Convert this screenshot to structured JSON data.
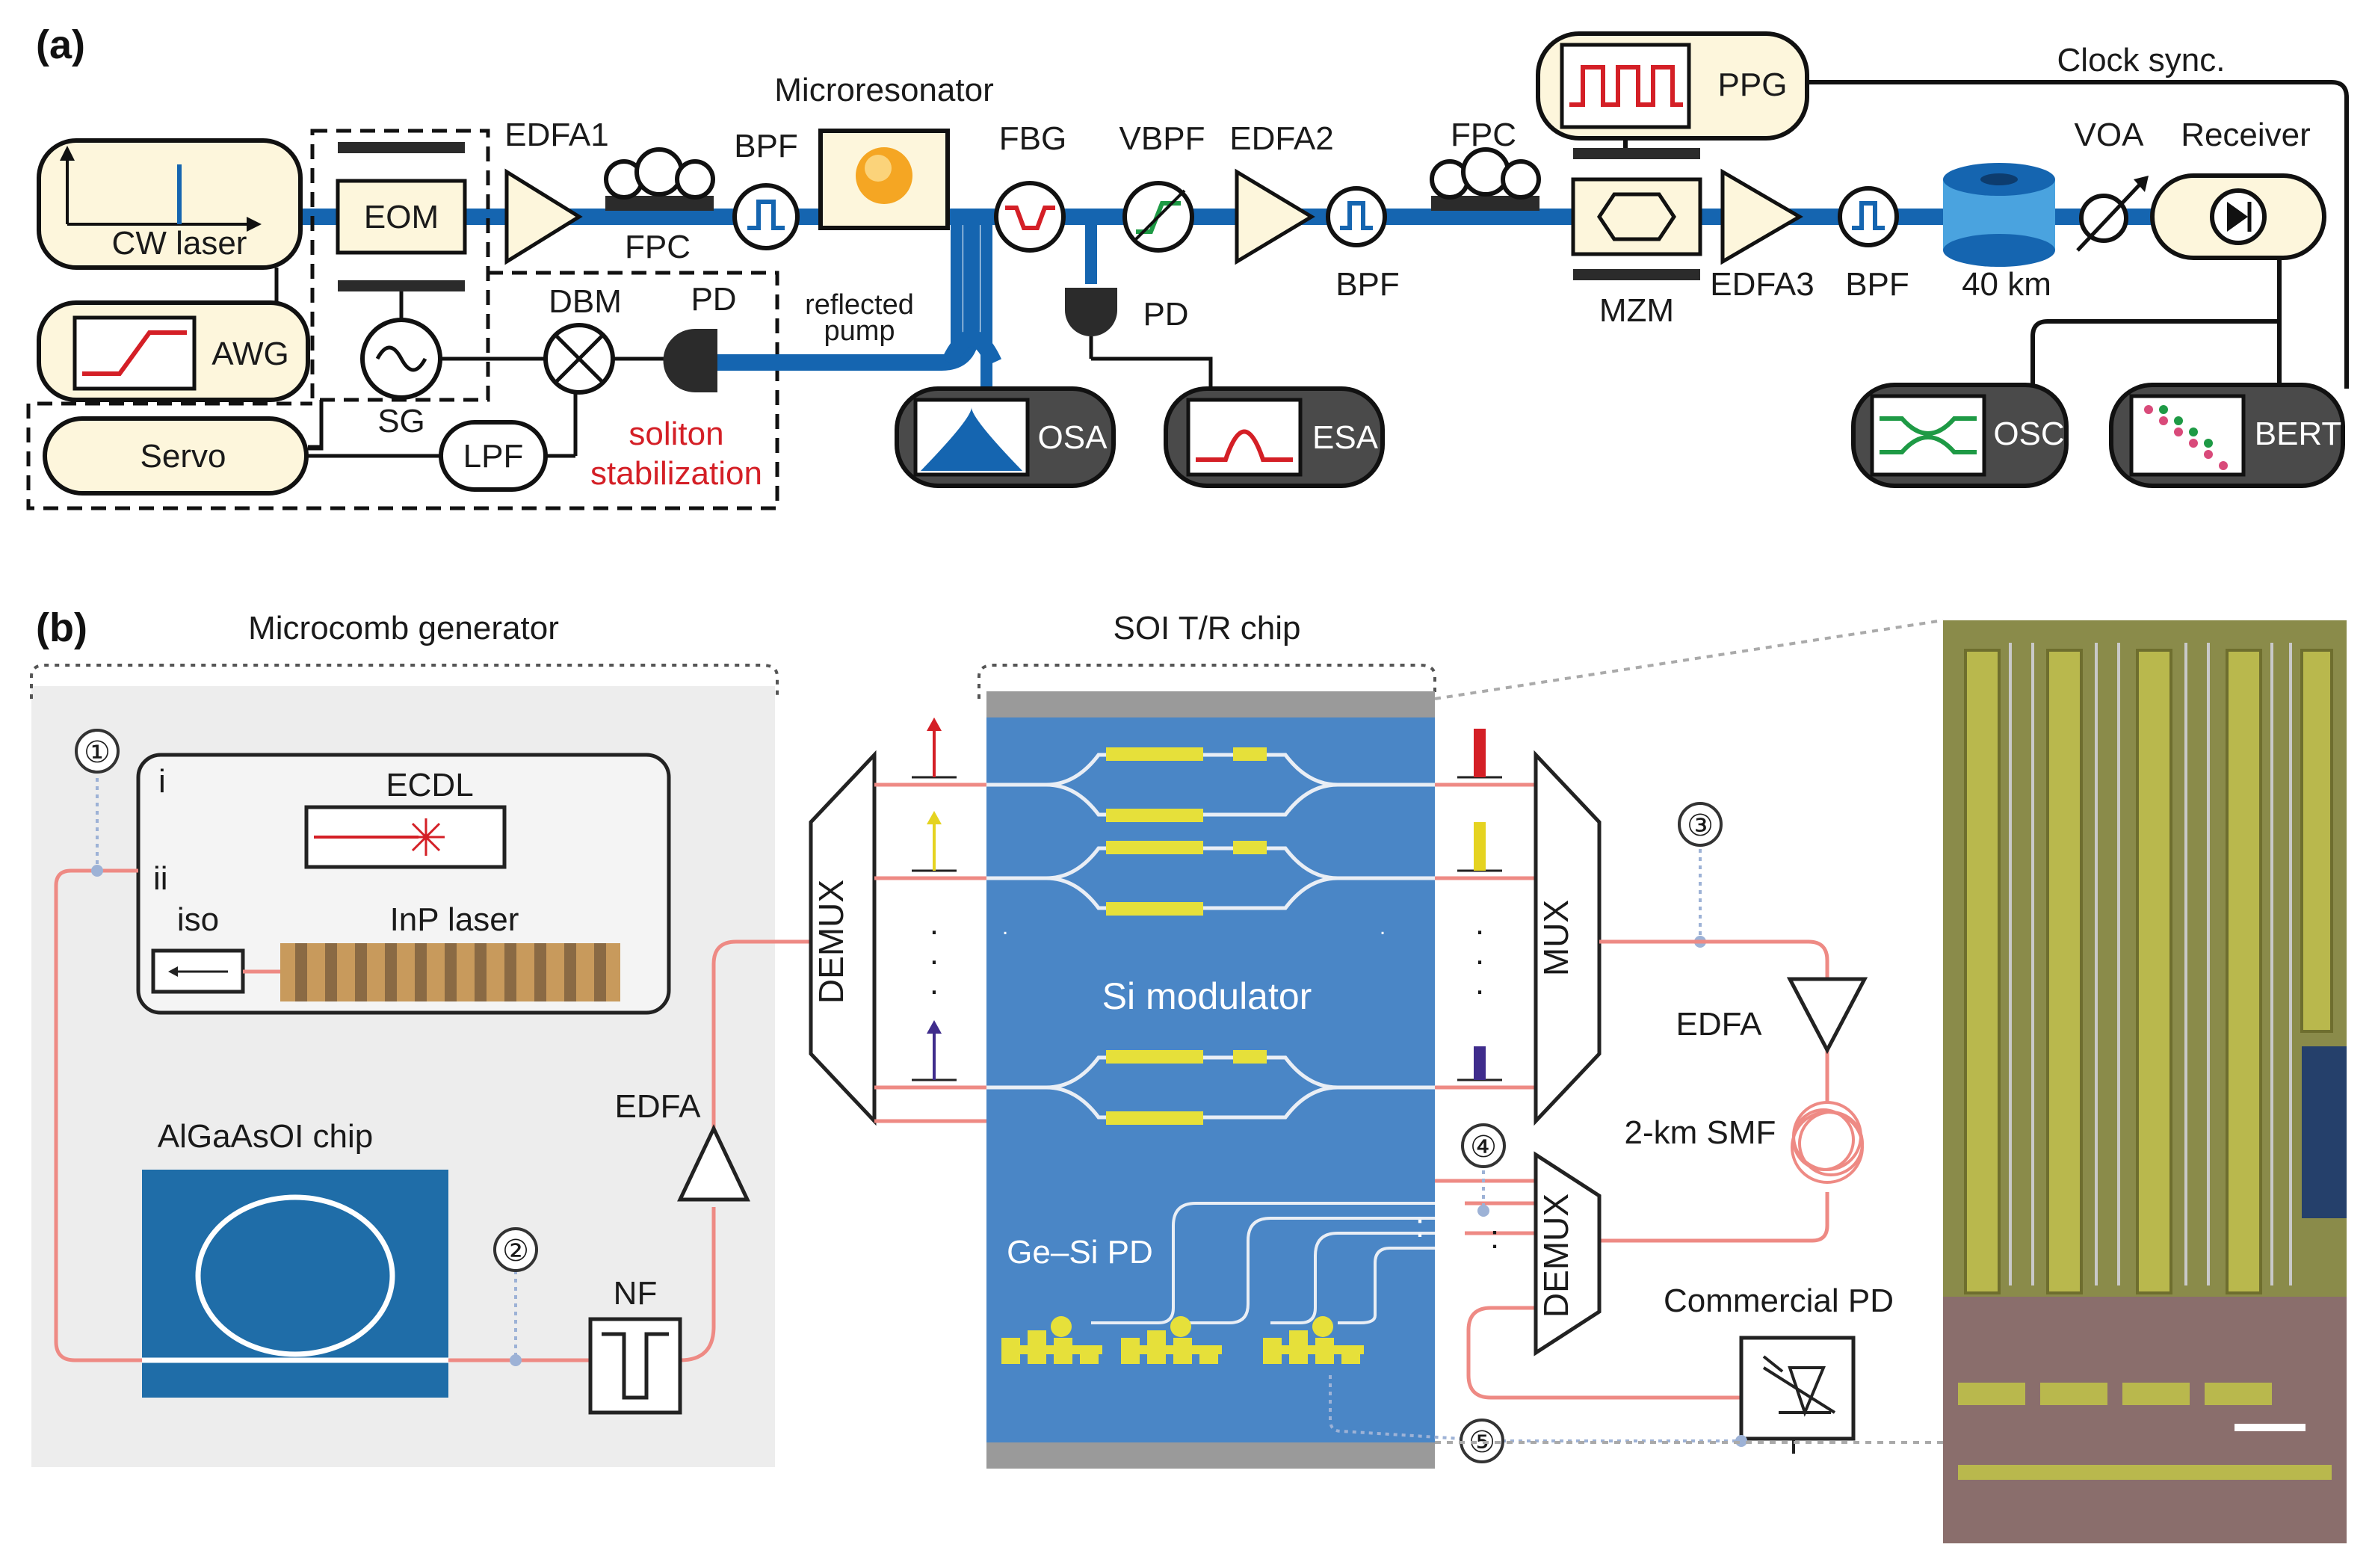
{
  "panel_a": {
    "label": "(a)",
    "blocks": {
      "cw_laser": "CW laser",
      "awg": "AWG",
      "servo": "Servo",
      "eom": "EOM",
      "sg": "SG",
      "dbm": "DBM",
      "lpf": "LPF",
      "pd_left": "PD",
      "edfa1": "EDFA1",
      "fpc1": "FPC",
      "bpf1": "BPF",
      "microresonator": "Microresonator",
      "reflected_pump": [
        "reflected",
        "pump"
      ],
      "soliton_stabilization": [
        "soliton",
        "stabilization"
      ],
      "osa": "OSA",
      "fbg": "FBG",
      "pd_mid": "PD",
      "esa": "ESA",
      "vbpf": "VBPF",
      "edfa2": "EDFA2",
      "bpf2": "BPF",
      "fpc2": "FPC",
      "ppg": "PPG",
      "mzm": "MZM",
      "edfa3": "EDFA3",
      "bpf3": "BPF",
      "fiber_length": "40 km",
      "voa": "VOA",
      "receiver": "Receiver",
      "clock_sync": "Clock sync.",
      "osc": "OSC",
      "bert": "BERT"
    }
  },
  "panel_b": {
    "label": "(b)",
    "microcomb_generator": "Microcomb generator",
    "soi_chip": "SOI T/R chip",
    "ecdl": "ECDL",
    "option_i": "i",
    "option_ii": "ii",
    "iso": "iso",
    "inp_laser": "InP laser",
    "algaasoi_chip": "AlGaAsOI chip",
    "edfa_left": "EDFA",
    "nf": "NF",
    "demux_left": "DEMUX",
    "si_modulator": "Si modulator",
    "ge_si_pd": "Ge–Si PD",
    "mux": "MUX",
    "edfa_right": "EDFA",
    "smf": "2-km SMF",
    "demux_right": "DEMUX",
    "commercial_pd": "Commercial PD",
    "markers": [
      "①",
      "②",
      "③",
      "④",
      "⑤"
    ],
    "dots": ".",
    "colon": ":"
  },
  "colors": {
    "fiber_blue": "#1565b0",
    "cream": "#fdf6dc",
    "dark_gray": "#4a4a4a",
    "chip_blue": "#4a86c6",
    "accent_red": "#d41f26",
    "pink_fiber": "#ee8a84"
  }
}
